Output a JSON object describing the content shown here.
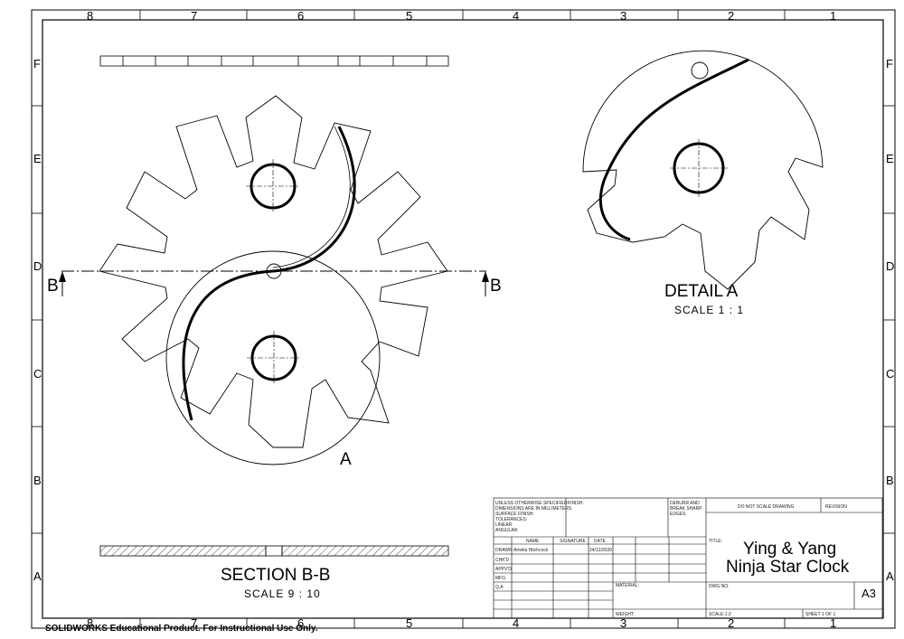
{
  "zones": {
    "columns": [
      "8",
      "7",
      "6",
      "5",
      "4",
      "3",
      "2",
      "1"
    ],
    "rows": [
      "F",
      "E",
      "D",
      "C",
      "B",
      "A"
    ]
  },
  "views": {
    "section_marker_left": "B",
    "section_marker_right": "B",
    "detail_callout": "A",
    "detail_title": "DETAIL A",
    "detail_scale": "SCALE 1 : 1",
    "section_title": "SECTION B-B",
    "section_scale": "SCALE 9 : 10"
  },
  "title_block": {
    "tolerance_note": [
      "UNLESS OTHERWISE SPECIFIED:",
      "DIMENSIONS ARE IN MILLIMETERS",
      "SURFACE FINISH:",
      "TOLERANCES:",
      "  LINEAR:",
      "  ANGULAR:"
    ],
    "finish_label": "FINISH:",
    "deburr_note": [
      "DEBURR AND",
      "BREAK SHARP",
      "EDGES"
    ],
    "do_not_scale": "DO NOT SCALE DRAWING",
    "revision_label": "REVISION",
    "col_name": "NAME",
    "col_signature": "SIGNATURE",
    "col_date": "DATE",
    "rows": [
      "DRAWN",
      "CHK'D",
      "APPV'D",
      "MFG",
      "Q.A"
    ],
    "drawn_name": "Amelia Hitchcock",
    "drawn_date": "24/12/2020",
    "title_label": "TITLE:",
    "title_line1": "Ying & Yang",
    "title_line2": "Ninja Star Clock",
    "material_label": "MATERIAL:",
    "dwg_label": "DWG NO.",
    "size": "A3",
    "weight_label": "WEIGHT:",
    "scale_label": "SCALE:1:2",
    "sheet_label": "SHEET 1 OF 1"
  },
  "watermark": "SOLIDWORKS Educational Product. For Instructional Use Only."
}
